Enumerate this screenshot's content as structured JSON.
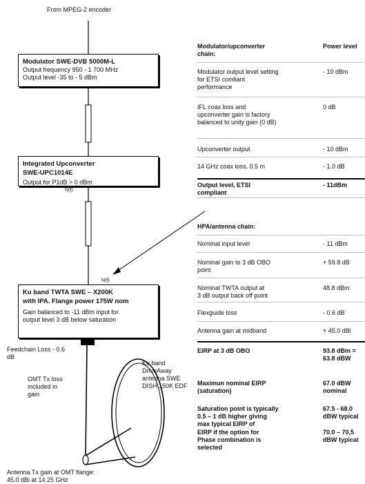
{
  "source_label": "From MPEG-2 encoder",
  "boxes": {
    "modulator": {
      "title": "Modulator SWE-DVB 5000M-L",
      "body": "Output frequency 950 - 1 700 MHz\nOutput level -35 to - 5 dBm"
    },
    "upconverter": {
      "title": "Integrated Upconverter\nSWE-UPC1014E",
      "body": "Output for P1dB  > 0 dBm"
    },
    "twta": {
      "title": "Ku band TWTA SWE – X200K\nwith IPA. Flange power 175W nom",
      "body": "Gain balanced to -11 dBm input for\noutput level 3 dB below saturation"
    }
  },
  "connector_labels": {
    "upper": "N(f)",
    "lower": "N(f)"
  },
  "feedchain_loss": "Feedchain Loss - 0.6\ndB",
  "omt_loss": "OMT Tx loss\nincluded in\ngain",
  "antenna_label": "Ku band\nDriveAway\nantenna SWE\nDISH 150K EDF",
  "antenna_gain_note": "Antenna Tx gain at OMT flange:\n45.0 dBi at 14.25 GHz",
  "table": {
    "header": {
      "label": "Modulator/upconverter\nchain:",
      "value": "Power level"
    },
    "modulator_rows": [
      {
        "label": "Modulator output level setting\nfor ETSI comliant\nperformance",
        "value": "- 10 dBm"
      },
      {
        "label": "IFL coax loss and\nupconverter gain is factory\nbalanced to unity gain (0 dB)",
        "value": "0 dB"
      },
      {
        "label": "Upconverter output",
        "value": "- 10 dBm"
      },
      {
        "label": "14 GHz coax loss, 0.5 m",
        "value": "- 1.0 dB"
      }
    ],
    "output_etsi": {
      "label": "Output level, ETSI\ncompliant",
      "value": "- 11dBm"
    },
    "hpa_header": "HPA/antenna chain:",
    "hpa_rows": [
      {
        "label": "Nominal input level",
        "value": "- 11 dBm"
      },
      {
        "label": "Nominal gain to 3 dB OBO\npoint",
        "value": "+ 59.8 dB"
      },
      {
        "label": "Nominal TWTA output at\n3 dB output back off point",
        "value": "48.8 dBm"
      },
      {
        "label": "Flexguide loss",
        "value": "- 0.6 dB"
      },
      {
        "label": "Antenna gain at midband",
        "value": "+ 45.0 dBi"
      }
    ],
    "eirp_rows": [
      {
        "label": "EIRP at 3 dB OBO",
        "value": "93.8 dBm =\n63.8 dBW"
      },
      {
        "label": "Maximun nominal EIRP\n(saturation)",
        "value": "67.0 dBW\nnominal"
      },
      {
        "label": "Saturation point is typically\n0.5 – 1 dB higher giving\nmax typical EIRP of",
        "value": "67.5 - 68.0\ndBW typical"
      },
      {
        "label": "EIRP if the option for\nPhase combination is\nselected",
        "value": "70.0 – 70,5\ndBW typical"
      }
    ]
  }
}
